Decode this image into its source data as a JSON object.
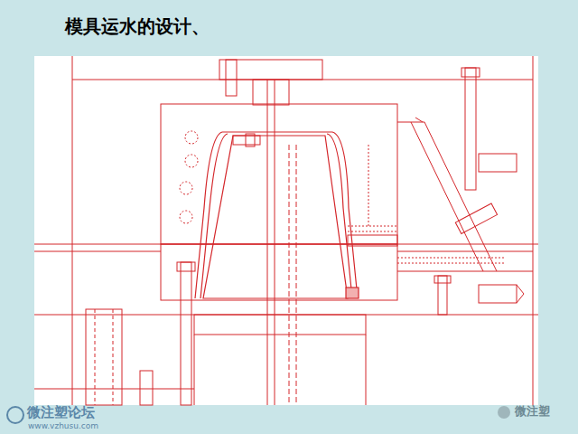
{
  "diagram": {
    "title": "模具运水的设计、",
    "labels": [
      "微注塑论坛",
      "www.vzhusu.com",
      "微注塑"
    ]
  }
}
